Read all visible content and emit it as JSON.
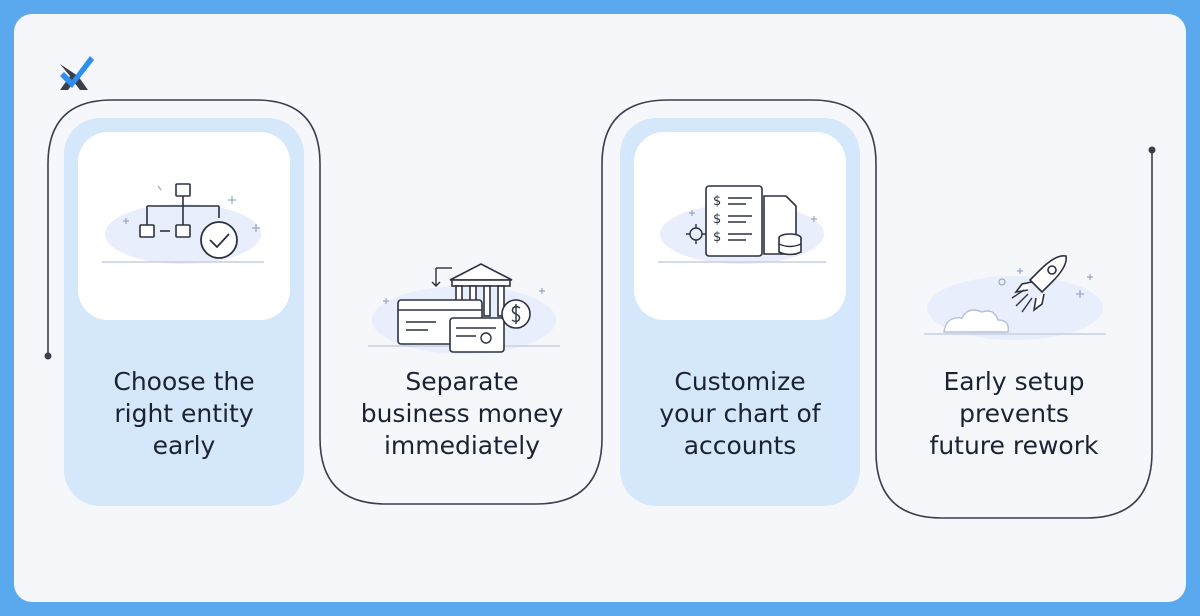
{
  "steps": [
    {
      "label": "Choose the\nright entity\nearly",
      "icon": "org-chart-check-icon"
    },
    {
      "label": "Separate\nbusiness money\nimmediately",
      "icon": "bank-card-icon"
    },
    {
      "label": "Customize\nyour chart of\naccounts",
      "icon": "ledger-document-icon"
    },
    {
      "label": "Early setup\nprevents\nfuture rework",
      "icon": "rocket-icon"
    }
  ],
  "colors": {
    "frame": "#5aa9ee",
    "panel": "#f6f7fb",
    "highlight": "#d5e7fa",
    "ink": "#1b2333",
    "line": "#3a3f4b"
  }
}
